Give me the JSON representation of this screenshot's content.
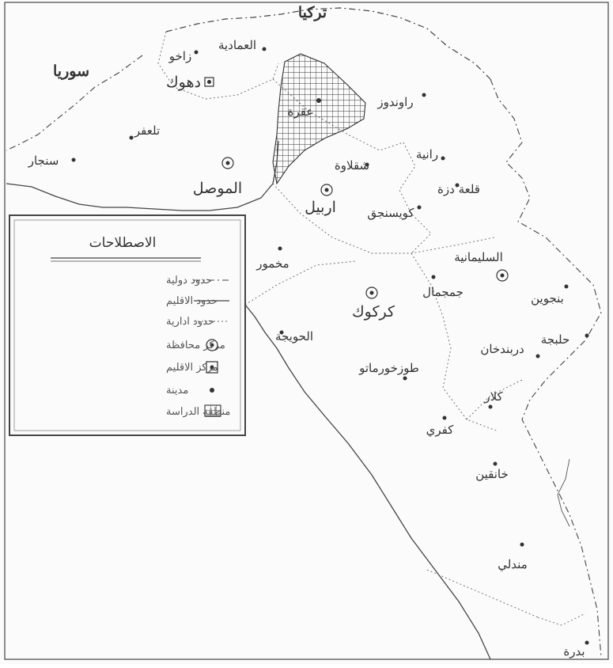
{
  "map": {
    "countries": [
      {
        "key": "turkey",
        "label": "تركيا"
      },
      {
        "key": "syria",
        "label": "سوريا"
      }
    ],
    "cities": [
      {
        "key": "amadiya",
        "label": "العمادية",
        "marker": "dot"
      },
      {
        "key": "zakho",
        "label": "زاخو",
        "marker": "dot"
      },
      {
        "key": "duhok",
        "label": "دهوك",
        "marker": "square"
      },
      {
        "key": "aqra",
        "label": "عقرة",
        "marker": "dot"
      },
      {
        "key": "rawanduz",
        "label": "راوندوز",
        "marker": "dot"
      },
      {
        "key": "telafar",
        "label": "تلعفر",
        "marker": "dot"
      },
      {
        "key": "sinjar",
        "label": "سنجار",
        "marker": "dot"
      },
      {
        "key": "mosul",
        "label": "الموصل",
        "marker": "circle-dot"
      },
      {
        "key": "shaqlawa",
        "label": "شقلاوة",
        "marker": "dot"
      },
      {
        "key": "rania",
        "label": "رانية",
        "marker": "dot"
      },
      {
        "key": "qaladiza",
        "label": "قلعة دزة",
        "marker": "dot"
      },
      {
        "key": "erbil",
        "label": "اربيل",
        "marker": "circle-dot"
      },
      {
        "key": "koysanjaq",
        "label": "كويسنجق",
        "marker": "dot"
      },
      {
        "key": "makhmur",
        "label": "مخمور",
        "marker": "dot"
      },
      {
        "key": "sulaymaniyah",
        "label": "السليمانية",
        "marker": "circle-dot"
      },
      {
        "key": "penjwen",
        "label": "بنجوين",
        "marker": "dot"
      },
      {
        "key": "chamchamal",
        "label": "جمجمال",
        "marker": "dot"
      },
      {
        "key": "kirkuk",
        "label": "كركوك",
        "marker": "circle-dot"
      },
      {
        "key": "halabja",
        "label": "حلبجة",
        "marker": "dot"
      },
      {
        "key": "darbandikhan",
        "label": "دربندخان",
        "marker": "dot"
      },
      {
        "key": "hawija",
        "label": "الحويجة",
        "marker": "dot"
      },
      {
        "key": "tuzkhurmatu",
        "label": "طوزخورماتو",
        "marker": "dot"
      },
      {
        "key": "kalar",
        "label": "كلار",
        "marker": "dot"
      },
      {
        "key": "kifri",
        "label": "كفري",
        "marker": "dot"
      },
      {
        "key": "khanaqin",
        "label": "خانقين",
        "marker": "dot"
      },
      {
        "key": "mandali",
        "label": "مندلي",
        "marker": "dot"
      },
      {
        "key": "badra",
        "label": "بدرة",
        "marker": "dot"
      }
    ]
  },
  "legend": {
    "title": "الاصطلاحات",
    "items": [
      {
        "key": "intl-border",
        "label": "حدود دولية",
        "symbol": "dash-dot-line"
      },
      {
        "key": "region-border",
        "label": "حدود الاقليم",
        "symbol": "solid-line"
      },
      {
        "key": "admin-border",
        "label": "حدود ادارية",
        "symbol": "dotted-line"
      },
      {
        "key": "governorate-center",
        "label": "مركز محافظة",
        "symbol": "circle-dot"
      },
      {
        "key": "region-center",
        "label": "مركز الاقليم",
        "symbol": "square-dot"
      },
      {
        "key": "town",
        "label": "مدينة",
        "symbol": "dot"
      },
      {
        "key": "study-area",
        "label": "منطقة الدراسة",
        "symbol": "hatched-box"
      }
    ]
  }
}
